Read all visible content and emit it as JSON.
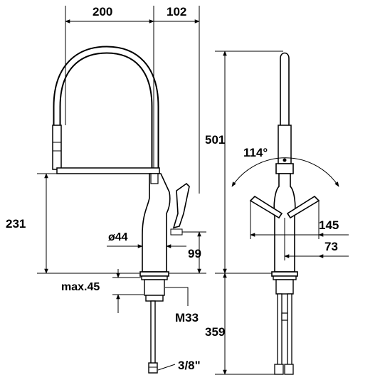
{
  "dimensions": {
    "spout_reach": "200",
    "handle_offset": "102",
    "total_height": "501",
    "lever_angle": "114°",
    "spout_height": "231",
    "base_diameter": "ø44",
    "lever_height": "99",
    "max_thickness": "max.45",
    "thread": "M33",
    "hose_length": "359",
    "side_width": "145",
    "side_offset": "73",
    "hose_connection": "3/8\""
  },
  "colors": {
    "line": "#000000",
    "background": "#ffffff"
  }
}
